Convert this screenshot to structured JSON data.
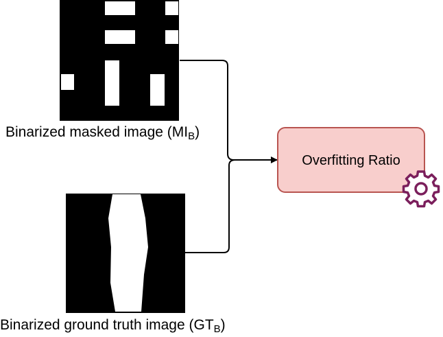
{
  "diagram": {
    "inputs": [
      {
        "id": "masked-image",
        "caption_main": "Binarized masked image (MI",
        "caption_sub": "B",
        "caption_end": ")"
      },
      {
        "id": "ground-truth-image",
        "caption_main": "Binarized ground truth image (GT",
        "caption_sub": "B",
        "caption_end": ")"
      }
    ],
    "process": {
      "label": "Overfitting Ratio",
      "icon": "gear-icon"
    },
    "colors": {
      "process_fill": "#f8cecc",
      "process_stroke": "#b85450",
      "gear": "#7b1f5c",
      "image_bg": "#000000",
      "image_fg": "#ffffff",
      "connector": "#000000"
    }
  }
}
